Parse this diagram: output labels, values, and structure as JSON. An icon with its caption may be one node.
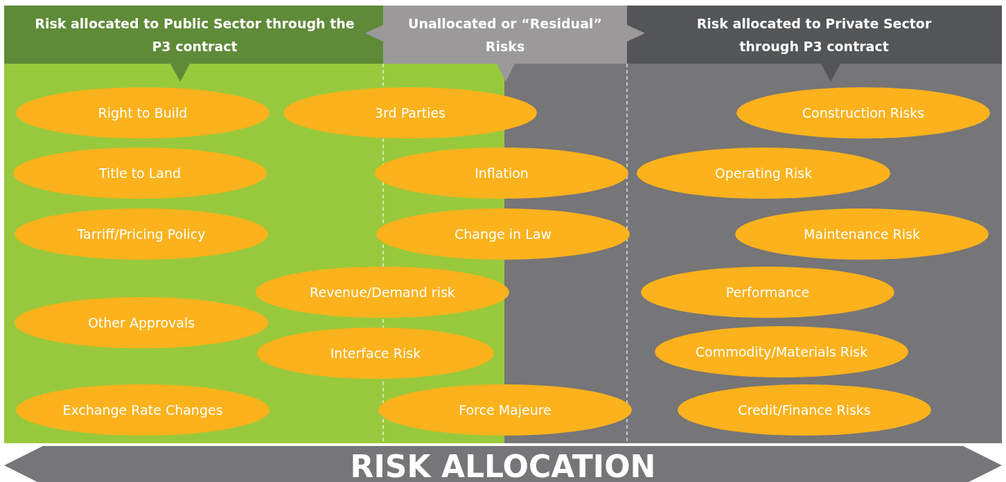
{
  "diagram": {
    "nodes": [
      {
        "text": [
          "Risk allocated to Public Sector through the P3 contract"
        ]
      },
      {
        "text": [
          "Unallocated or “Residual” Risks"
        ]
      },
      {
        "text": [
          "Risk allocated to Private Sector through P3 contract"
        ]
      },
      {
        "text": [
          "Right to Build"
        ]
      },
      {
        "text": [
          "3rd Parties"
        ]
      },
      {
        "text": [
          "Construction Risks"
        ]
      },
      {
        "text": [
          "Title to Land"
        ]
      },
      {
        "text": [
          "Inflation"
        ]
      },
      {
        "text": [
          "Operating Risk"
        ]
      },
      {
        "text": [
          "Tarriff/Pricing Policy"
        ]
      },
      {
        "text": [
          "Change in Law"
        ]
      },
      {
        "text": [
          "Maintenance Risk"
        ]
      },
      {
        "text": [
          "Revenue/Demand risk"
        ]
      },
      {
        "text": [
          "Performance"
        ]
      },
      {
        "text": [
          "Other Approvals"
        ]
      },
      {
        "text": [
          "Interface Risk"
        ]
      },
      {
        "text": [
          "Commodity/Materials Risk"
        ]
      },
      {
        "text": [
          "Exchange Rate Changes"
        ]
      },
      {
        "text": [
          "Force Majeure"
        ]
      },
      {
        "text": [
          "Credit/Finance Risks"
        ]
      },
      {
        "text": [
          "RISK ALLOCATION"
        ]
      }
    ]
  }
}
